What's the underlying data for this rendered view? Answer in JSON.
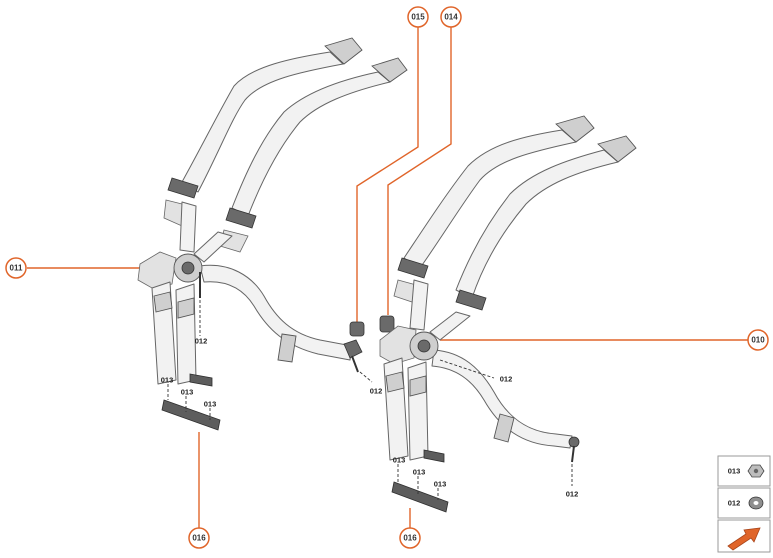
{
  "callouts": {
    "c011": "011",
    "c015": "015",
    "c014": "014",
    "c010": "010",
    "c016_left": "016",
    "c016_right": "016"
  },
  "parts": {
    "p012_left_hub": "012",
    "p013_left_a": "013",
    "p013_left_b": "013",
    "p013_left_c": "013",
    "p012_center": "012",
    "p012_right_hub": "012",
    "p013_right_a": "013",
    "p013_right_b": "013",
    "p013_right_c": "013",
    "p012_right_end": "012"
  },
  "legend": {
    "item_013": "013",
    "item_012": "012",
    "nut_icon": "hex-nut-icon",
    "washer_icon": "washer-icon",
    "arrow_icon": "orange-arrow-icon"
  },
  "colors": {
    "accent": "#e0652a",
    "belt": "#f2f2f2",
    "outline": "#666666",
    "bar": "#5d5d5d"
  }
}
